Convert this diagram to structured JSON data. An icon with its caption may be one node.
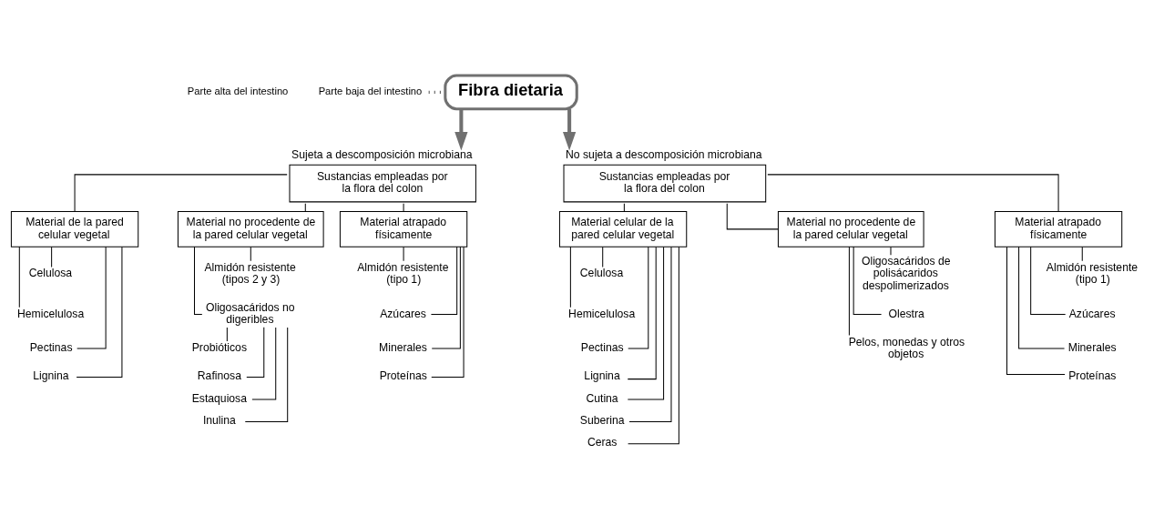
{
  "diagram": {
    "nodes": [
      {
        "text": [
          "Fibra dietaria"
        ]
      },
      {
        "text": [
          "Sustancias empleadas por la flora del colon"
        ],
        "beside": [
          "Sujeta a descomposición microbiana"
        ]
      },
      {
        "text": [
          "Material de la pared celular vegetal"
        ]
      },
      {
        "text": [
          "Material no procedente de la pared celular vegetal"
        ]
      },
      {
        "text": [
          "Material atrapado físicamente"
        ]
      },
      {
        "text": [
          "Celulosa"
        ]
      },
      {
        "text": [
          "Hemicelulosa"
        ]
      },
      {
        "text": [
          "Pectinas"
        ]
      },
      {
        "text": [
          "Lignina"
        ]
      },
      {
        "text": [
          "Almidón resistente (tipos 2 y 3)"
        ]
      },
      {
        "text": [
          "Oligosacáridos no digeribles"
        ]
      },
      {
        "text": [
          "Probióticos"
        ]
      },
      {
        "text": [
          "Rafinosa"
        ]
      },
      {
        "text": [
          "Estaquiosa"
        ]
      },
      {
        "text": [
          "Inulina"
        ]
      },
      {
        "text": [
          "Almidón resistente (tipo 1)"
        ]
      },
      {
        "text": [
          "Azúcares"
        ]
      },
      {
        "text": [
          "Minerales"
        ]
      },
      {
        "text": [
          "Proteínas"
        ]
      },
      {
        "text": [
          "Sustancias empleadas por la flora del colon"
        ],
        "beside": [
          "No sujeta a descomposición microbiana"
        ]
      },
      {
        "text": [
          "Material celular de la pared celular vegetal"
        ]
      },
      {
        "text": [
          "Material no procedente de la pared celular vegetal"
        ]
      },
      {
        "text": [
          "Material atrapado físicamente"
        ]
      },
      {
        "text": [
          "Celulosa"
        ]
      },
      {
        "text": [
          "Hemicelulosa"
        ]
      },
      {
        "text": [
          "Pectinas"
        ]
      },
      {
        "text": [
          "Lignina"
        ]
      },
      {
        "text": [
          "Cutina"
        ]
      },
      {
        "text": [
          "Suberina"
        ]
      },
      {
        "text": [
          "Ceras"
        ]
      },
      {
        "text": [
          "Oligosacáridos de polisácaridos despolimerizados"
        ]
      },
      {
        "text": [
          "Olestra"
        ]
      },
      {
        "text": [
          "Pelos, monedas y otros objetos"
        ]
      },
      {
        "text": [
          "Almidón resistente (tipo 1)"
        ]
      },
      {
        "text": [
          "Azúcares"
        ]
      },
      {
        "text": [
          "Minerales"
        ]
      },
      {
        "text": [
          "Proteínas"
        ]
      }
    ],
    "edges": [
      {
        "from": 0,
        "to": 1,
        "arrow": "to",
        "style": "thick",
        "color": "#707070"
      },
      {
        "from": 0,
        "to": 19,
        "arrow": "to",
        "style": "thick",
        "color": "#707070"
      },
      {
        "from": 1,
        "to": 2,
        "arrow": "none"
      },
      {
        "from": 1,
        "to": 3,
        "arrow": "none"
      },
      {
        "from": 1,
        "to": 4,
        "arrow": "none"
      },
      {
        "from": 2,
        "to": 5,
        "arrow": "none"
      },
      {
        "from": 2,
        "to": 6,
        "arrow": "none"
      },
      {
        "from": 2,
        "to": 7,
        "arrow": "none"
      },
      {
        "from": 2,
        "to": 8,
        "arrow": "none"
      },
      {
        "from": 3,
        "to": 9,
        "arrow": "none"
      },
      {
        "from": 3,
        "to": 10,
        "arrow": "none"
      },
      {
        "from": 10,
        "to": 11,
        "arrow": "none"
      },
      {
        "from": 10,
        "to": 12,
        "arrow": "none"
      },
      {
        "from": 10,
        "to": 13,
        "arrow": "none"
      },
      {
        "from": 10,
        "to": 14,
        "arrow": "none"
      },
      {
        "from": 4,
        "to": 15,
        "arrow": "none"
      },
      {
        "from": 4,
        "to": 16,
        "arrow": "none"
      },
      {
        "from": 4,
        "to": 17,
        "arrow": "none"
      },
      {
        "from": 4,
        "to": 18,
        "arrow": "none"
      },
      {
        "from": 19,
        "to": 20,
        "arrow": "none"
      },
      {
        "from": 19,
        "to": 21,
        "arrow": "none"
      },
      {
        "from": 19,
        "to": 22,
        "arrow": "none"
      },
      {
        "from": 20,
        "to": 23,
        "arrow": "none"
      },
      {
        "from": 20,
        "to": 24,
        "arrow": "none"
      },
      {
        "from": 20,
        "to": 25,
        "arrow": "none"
      },
      {
        "from": 20,
        "to": 26,
        "arrow": "none"
      },
      {
        "from": 20,
        "to": 27,
        "arrow": "none"
      },
      {
        "from": 20,
        "to": 28,
        "arrow": "none"
      },
      {
        "from": 20,
        "to": 29,
        "arrow": "none"
      },
      {
        "from": 21,
        "to": 30,
        "arrow": "none"
      },
      {
        "from": 21,
        "to": 31,
        "arrow": "none"
      },
      {
        "from": 21,
        "to": 32,
        "arrow": "none"
      },
      {
        "from": 22,
        "to": 33,
        "arrow": "none"
      },
      {
        "from": 22,
        "to": 34,
        "arrow": "none"
      },
      {
        "from": 22,
        "to": 35,
        "arrow": "none"
      },
      {
        "from": 22,
        "to": 36,
        "arrow": "none"
      }
    ],
    "labels": [
      "Parte alta del intestino",
      "Parte baja del intestino"
    ]
  }
}
